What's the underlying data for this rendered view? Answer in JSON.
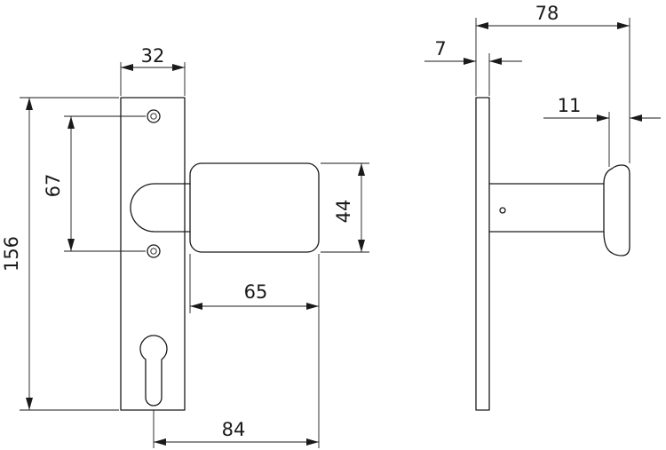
{
  "dimensions": {
    "plate_width": "32",
    "overall_height": "156",
    "hole_spacing": "67",
    "knob_height": "44",
    "knob_length": "65",
    "cylinder_to_knob": "84",
    "total_depth": "78",
    "plate_thickness": "7",
    "knob_rim": "11"
  }
}
